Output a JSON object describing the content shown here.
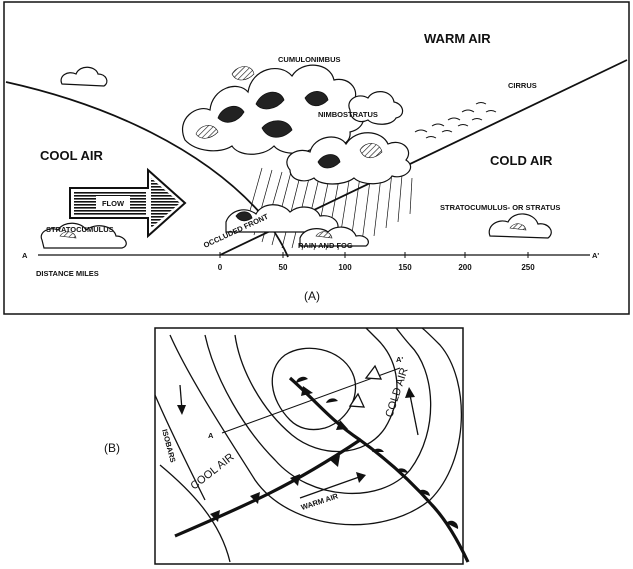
{
  "panel_a": {
    "labels": {
      "cool_air": "COOL AIR",
      "warm_air": "WARM AIR",
      "cold_air": "COLD AIR",
      "cumulonimbus": "CUMULONIMBUS",
      "nimbostratus": "NIMBOSTRATUS",
      "cirrus": "CIRRUS",
      "flow": "FLOW",
      "stratocumulus": "STRATOCUMULUS",
      "stratocumulus_or_stratus": "STRATOCUMULUS- OR STRATUS",
      "occluded_front": "OCCLUDED FRONT",
      "rain_and_fog": "RAIN AND FOG",
      "distance_miles": "DISTANCE MILES",
      "point_a": "A",
      "point_a_prime": "A'"
    },
    "ticks": [
      "0",
      "50",
      "100",
      "150",
      "200",
      "250"
    ],
    "caption": "(A)"
  },
  "panel_b": {
    "caption": "(B)",
    "labels": {
      "isobars": "ISOBARS",
      "cool_air": "COOL AIR",
      "warm_air": "WARM AIR",
      "cold_air": "COLD AIR",
      "point_a": "A",
      "point_a_prime": "A'"
    }
  }
}
